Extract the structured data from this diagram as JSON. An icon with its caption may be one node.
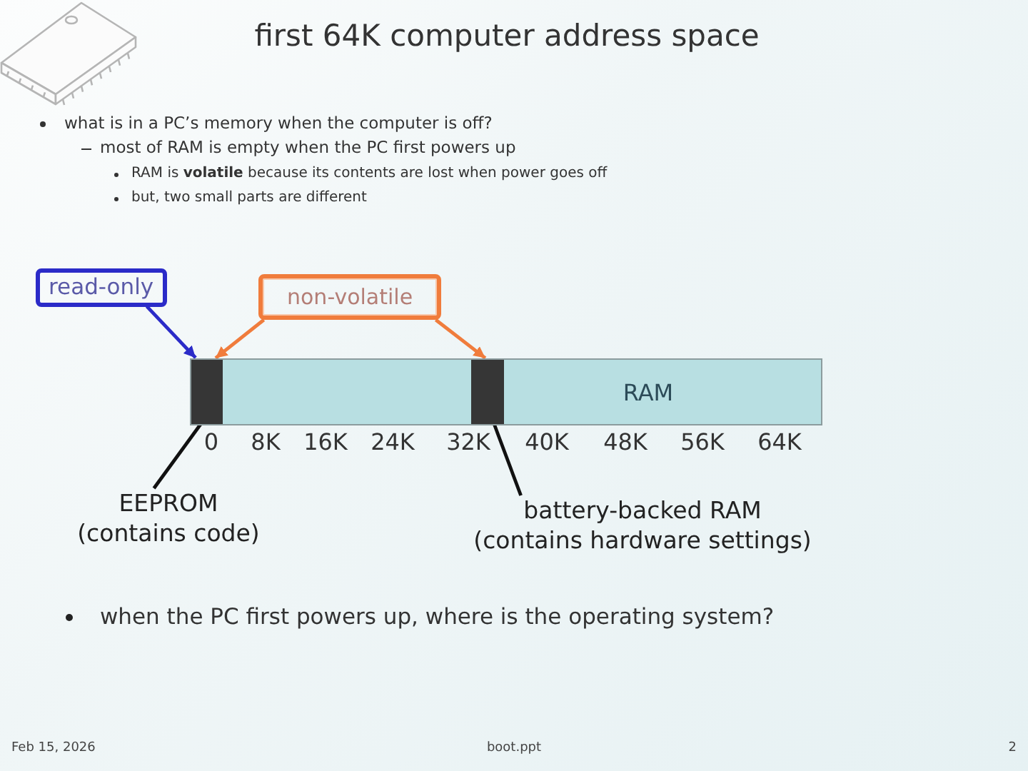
{
  "diagram": {
    "title": "first 64K computer address space",
    "nodes": [
      {
        "text": [
          "read-only"
        ]
      },
      {
        "text": [
          "non-volatile"
        ]
      },
      {
        "text": [
          "RAM"
        ]
      },
      {
        "text": [],
        "shape": "box",
        "in": 2
      },
      {
        "text": [],
        "shape": "box",
        "in": 2
      },
      {
        "text": [
          "EEPROM",
          "(contains code)"
        ]
      },
      {
        "text": [
          "battery-backed RAM",
          "(contains hardware settings)"
        ]
      }
    ],
    "edges": [
      {
        "from": 0,
        "to": 3,
        "arrow": "to",
        "color": "#2b2bc8"
      },
      {
        "from": 1,
        "to": 3,
        "arrow": "to",
        "color": "#f07c3c"
      },
      {
        "from": 1,
        "to": 4,
        "arrow": "to",
        "color": "#f07c3c"
      },
      {
        "from": 5,
        "to": 3,
        "arrow": "none",
        "color": "#111111"
      },
      {
        "from": 6,
        "to": 4,
        "arrow": "none",
        "color": "#111111"
      }
    ],
    "labels": [
      "what is in a PC’s memory when the computer is off?",
      "most of RAM is empty when the PC first powers up",
      "RAM is **volatile** because its contents are lost when power goes off",
      "but, two small parts are different",
      "0",
      "8K",
      "16K",
      "24K",
      "32K",
      "40K",
      "48K",
      "56K",
      "64K",
      "when the PC first powers up, where is the operating system?",
      "Feb 15, 2026",
      "boot.ppt",
      "2"
    ]
  }
}
